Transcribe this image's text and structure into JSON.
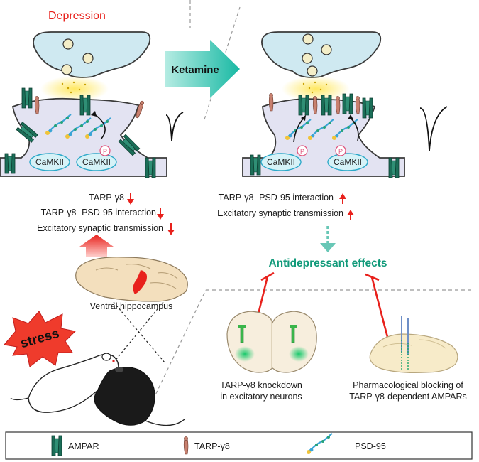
{
  "left_panel": {
    "title": "Depression",
    "camkii_1": "CaMKII",
    "camkii_2": "CaMKII",
    "phospho": "P",
    "changes": [
      "TARP-γ8",
      "TARP-γ8 -PSD-95 interaction",
      "Excitatory synaptic transmission"
    ],
    "brain_region": "Ventral hippocampus",
    "stress_label": "stress"
  },
  "treatment_arrow": {
    "label": "Ketamine"
  },
  "right_panel": {
    "camkii_1": "CaMKII",
    "camkii_2": "CaMKII",
    "phospho_1": "P",
    "phospho_2": "P",
    "changes": [
      "TARP-γ8 -PSD-95 interaction",
      "Excitatory synaptic transmission"
    ],
    "outcome": "Antidepressant effects"
  },
  "interventions": [
    {
      "line1": "TARP-γ8 knockdown",
      "line2": "in excitatory neurons"
    },
    {
      "line1": "Pharmacological blocking of",
      "line2": "TARP-γ8-dependent AMPARs"
    }
  ],
  "legend": [
    {
      "label": "AMPAR",
      "icon": "ampar-icon"
    },
    {
      "label": "TARP-γ8",
      "icon": "tarp-icon"
    },
    {
      "label": "PSD-95",
      "icon": "psd95-icon"
    }
  ],
  "colors": {
    "title_red": "#e8211c",
    "arrow_down_red": "#e8211c",
    "arrow_up_red": "#e8211c",
    "ketamine_teal": "#19b9a4",
    "outcome_green": "#119a7a",
    "presynaptic_fill": "#cfe9f1",
    "postsynaptic_fill": "#e3e3f2",
    "ampar_green": "#1b6e58",
    "tarp_brown": "#c8806f"
  }
}
